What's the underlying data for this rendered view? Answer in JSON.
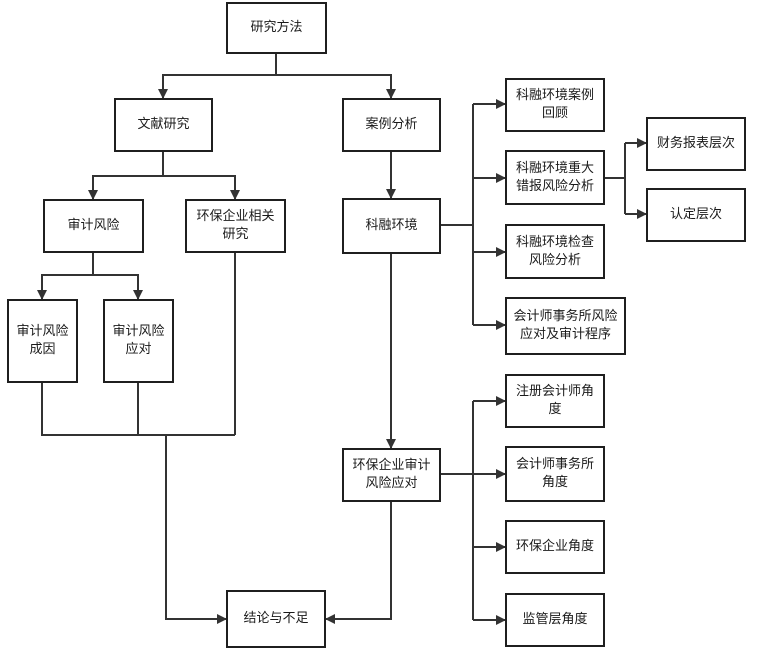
{
  "nodes": {
    "method": "研究方法",
    "literature": "文献研究",
    "case": "案例分析",
    "audit_risk": "审计风险",
    "env_research": "环保企业相关\n研究",
    "kerong": "科融环境",
    "risk_cause": "审计风险\n成因",
    "risk_response": "审计风险\n应对",
    "case_review": "科融环境案例\n回顾",
    "misstatement": "科融环境重大\n错报风险分析",
    "detection": "科融环境检查\n风险分析",
    "firm_response": "会计师事务所风险\n应对及审计程序",
    "fin_level": "财务报表层次",
    "assert_level": "认定层次",
    "env_audit": "环保企业审计\n风险应对",
    "cpa_view": "注册会计师角\n度",
    "firm_view": "会计师事务所\n角度",
    "enterprise_view": "环保企业角度",
    "regulator_view": "监管层角度",
    "conclusion": "结论与不足"
  }
}
